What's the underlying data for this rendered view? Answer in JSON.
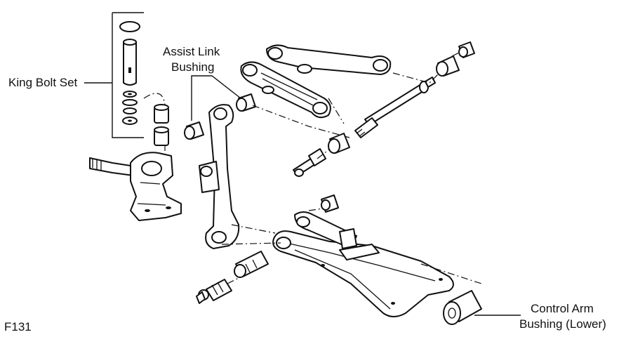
{
  "labels": {
    "king_bolt_set": "King Bolt Set",
    "assist_link_line1": "Assist Link",
    "assist_link_line2": "Bushing",
    "control_arm_line1": "Control Arm",
    "control_arm_line2": "Bushing (Lower)",
    "figure_code": "F131"
  },
  "colors": {
    "ink": "#111111",
    "background": "#ffffff"
  }
}
